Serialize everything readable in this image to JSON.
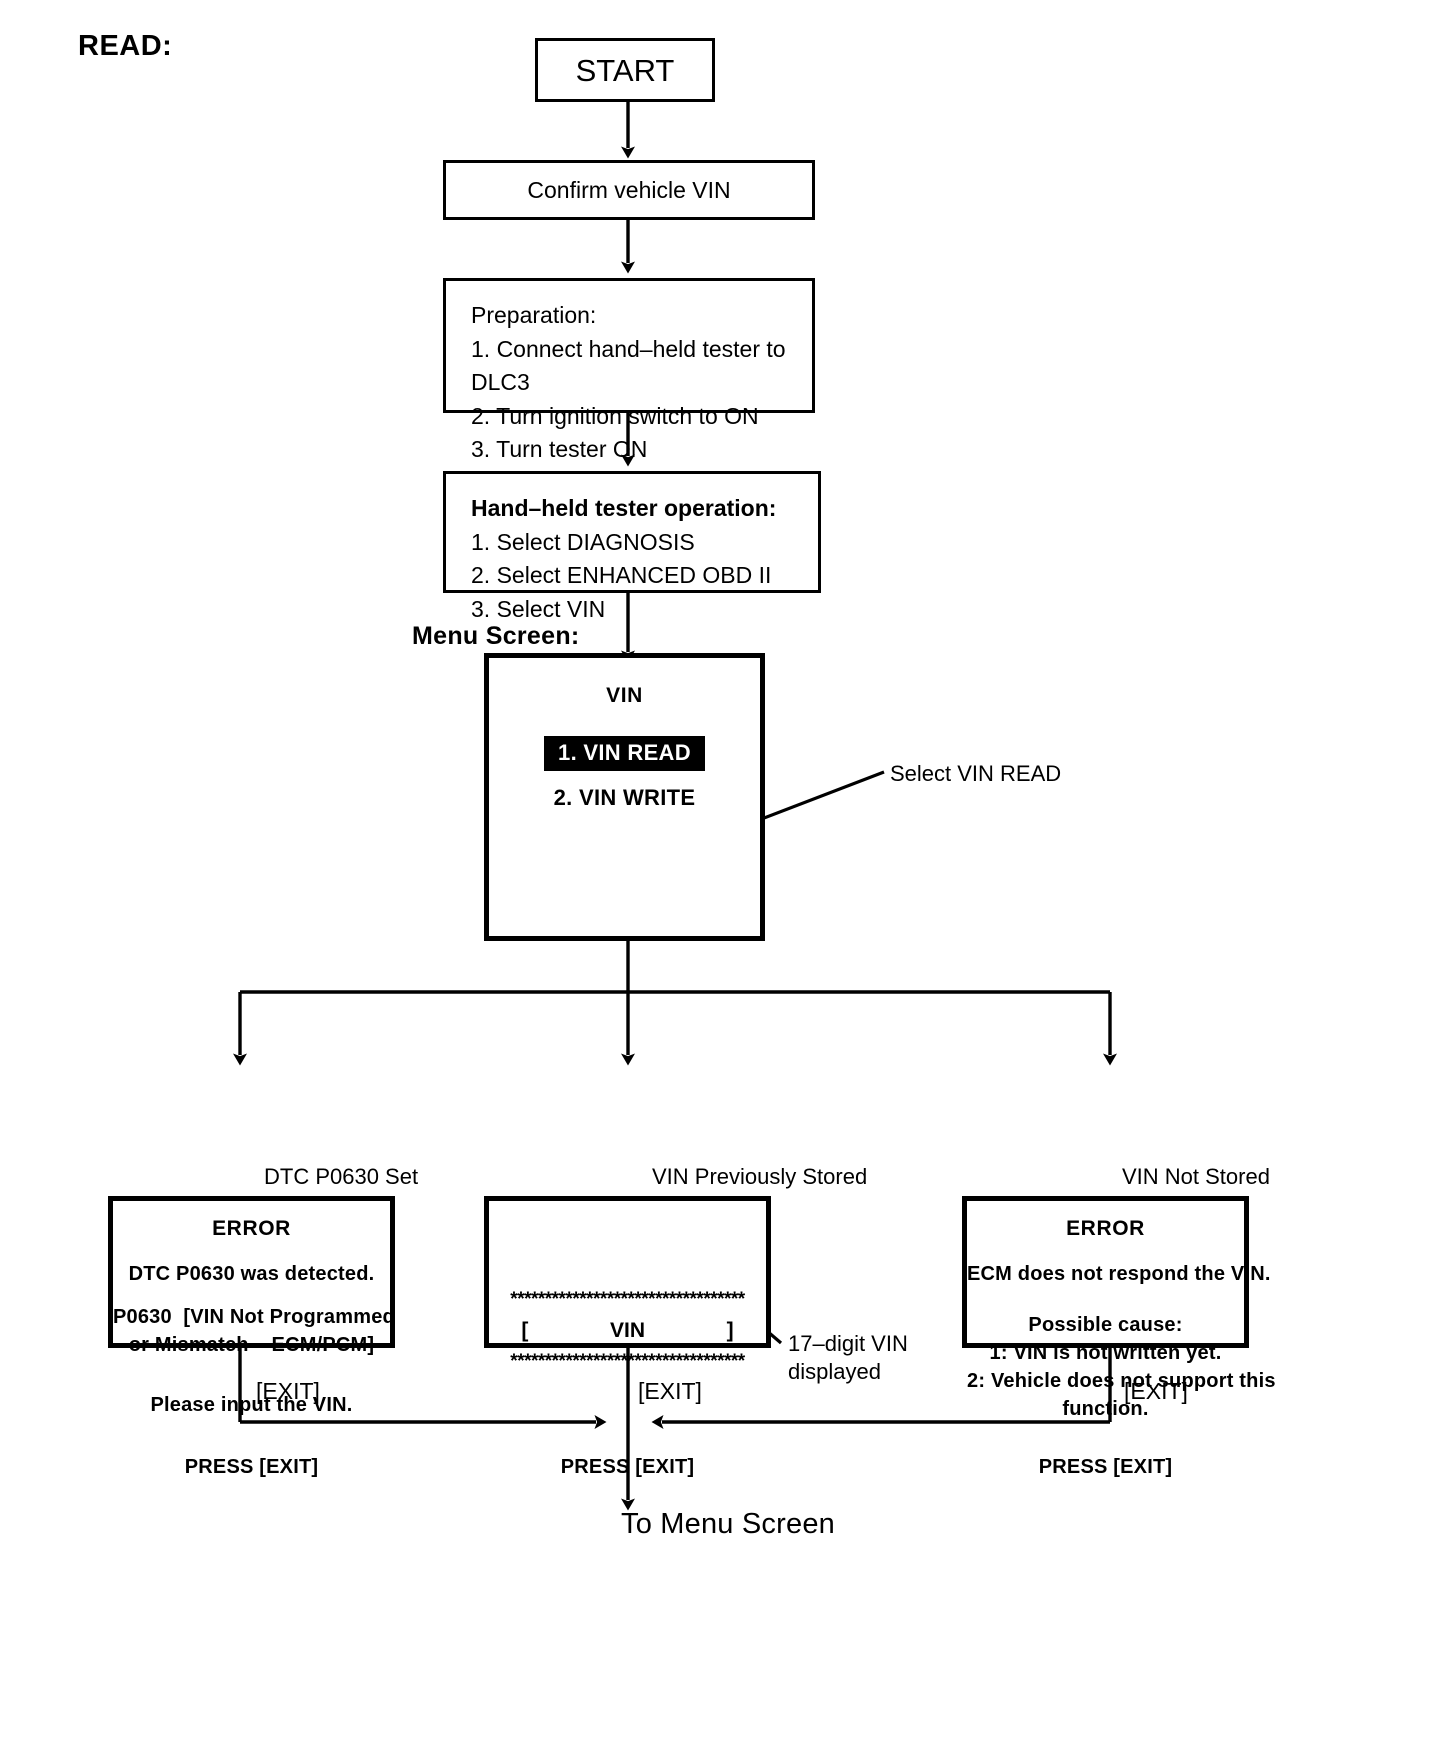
{
  "page": {
    "title": "READ:"
  },
  "labels": {
    "menu_screen": "Menu Screen:",
    "to_menu_screen": "To Menu Screen"
  },
  "flow": {
    "start": {
      "text": "START"
    },
    "confirm": {
      "text": "Confirm vehicle VIN"
    },
    "preparation": {
      "header": "Preparation:",
      "steps": [
        "1. Connect hand–held tester to DLC3",
        "2. Turn ignition switch to ON",
        "3. Turn tester ON"
      ]
    },
    "tester_operation": {
      "header": "Hand–held tester operation:",
      "steps": [
        "1. Select DIAGNOSIS",
        "2. Select ENHANCED OBD II",
        "3. Select VIN"
      ]
    }
  },
  "menu_screen": {
    "title": "VIN",
    "items": [
      {
        "label": "1. VIN READ",
        "selected": true
      },
      {
        "label": "2. VIN WRITE",
        "selected": false
      }
    ],
    "callout": "Select VIN READ"
  },
  "branches": [
    {
      "label": "DTC P0630 Set"
    },
    {
      "label": "VIN Previously Stored"
    },
    {
      "label": "VIN Not Stored"
    }
  ],
  "result_screens": {
    "dtc_set": {
      "title": "ERROR",
      "lines": [
        "DTC P0630 was detected.",
        "P0630  [VIN Not Programmed",
        "or Mismatch – ECM/PCM]",
        "Please input the VIN."
      ],
      "footer": "PRESS [EXIT]"
    },
    "vin_stored": {
      "stars_top": "**********************************",
      "vin_row": "[              VIN              ]",
      "stars_bottom": "**********************************",
      "footer": "PRESS [EXIT]",
      "callout_line1": "17–digit VIN",
      "callout_line2": "displayed"
    },
    "vin_not_stored": {
      "title": "ERROR",
      "lines": [
        "ECM does not respond the VIN.",
        "Possible cause:",
        "1: VIN is not written yet.",
        "2: Vehicle does not support this",
        "function."
      ],
      "footer": "PRESS [EXIT]"
    }
  },
  "exit_labels": {
    "left": "[EXIT]",
    "middle": "[EXIT]",
    "right": "[EXIT]"
  },
  "colors": {
    "ink": "#000000",
    "paper": "#ffffff",
    "highlight_bg": "#000000",
    "highlight_fg": "#ffffff"
  }
}
